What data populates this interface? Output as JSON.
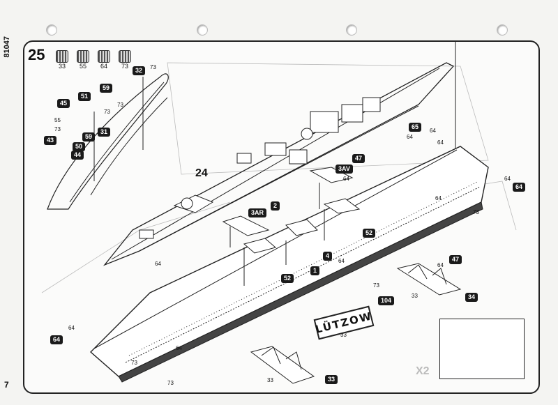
{
  "page_code": "81047",
  "page_number": "7",
  "step": "25",
  "sub_step": "24",
  "paints": [
    "33",
    "55",
    "64",
    "73"
  ],
  "ship_name": "LÜTZOW",
  "tags": {
    "t32": "32",
    "t51": "51",
    "t59": "59",
    "t45": "45",
    "t43": "43",
    "t59b": "59",
    "t50": "50",
    "t44": "44",
    "t31": "31",
    "t65": "65",
    "t47a": "47",
    "t3av": "3AV",
    "t2": "2",
    "t3ar": "3AR",
    "t52a": "52",
    "t4": "4",
    "t1": "1",
    "t52b": "52",
    "t47b": "47",
    "t104": "104",
    "t34": "34",
    "t64a": "64",
    "t64b": "64",
    "t33": "33",
    "t64c": "64"
  },
  "labels": {
    "l73a": "73",
    "l73b": "73",
    "l73c": "73",
    "l55": "55",
    "l73d": "73",
    "l64a": "64",
    "l64b": "64",
    "l64c": "64",
    "l64d": "64",
    "l64e": "64",
    "l64f": "64",
    "l73e": "73",
    "l73f": "73",
    "l64g": "64",
    "l33a": "33",
    "l33b": "33",
    "l64h": "64",
    "l73g": "73",
    "l64i": "64",
    "l33c": "33",
    "l73h": "73",
    "l64j": "64",
    "l64k": "64",
    "l64l": "64"
  },
  "inset_mark": "X2"
}
